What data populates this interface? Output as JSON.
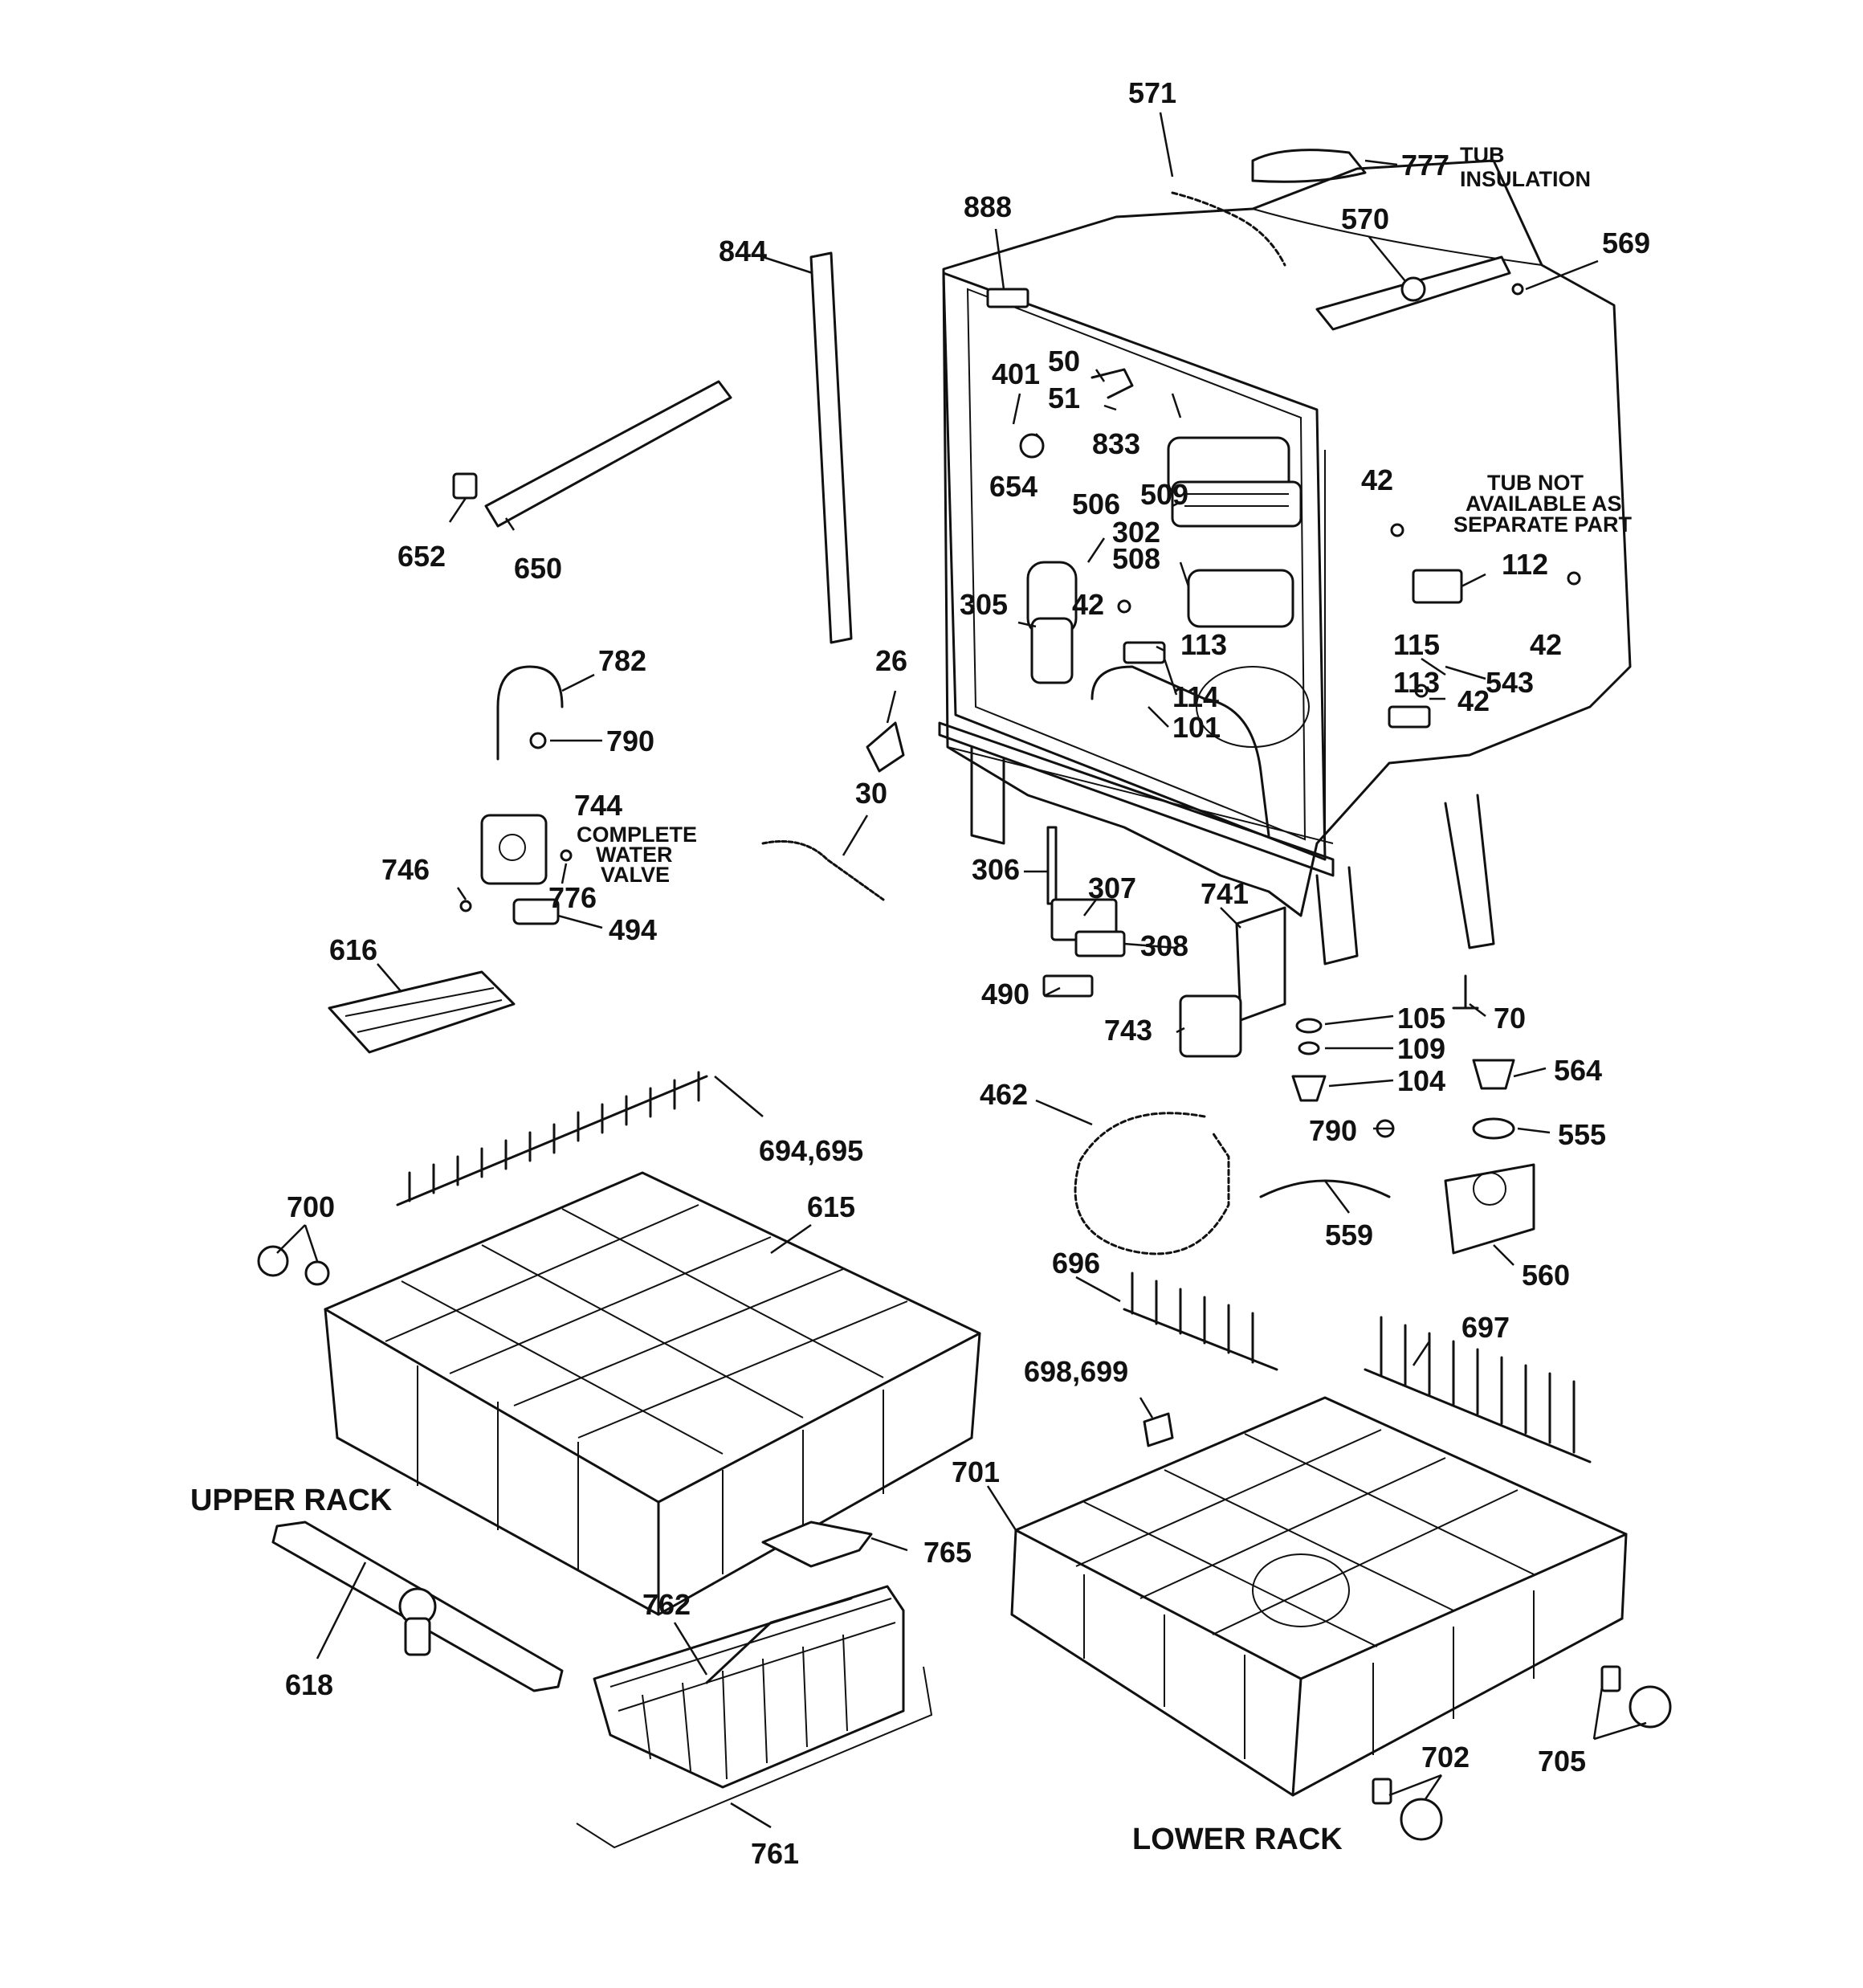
{
  "labels": {
    "n571": "571",
    "n777": "777",
    "n888": "888",
    "n570": "570",
    "n569": "569",
    "n844": "844",
    "n401": "401",
    "n50": "50",
    "n51": "51",
    "n833": "833",
    "n654": "654",
    "n506": "506",
    "n509": "509",
    "n302": "302",
    "n508": "508",
    "n305": "305",
    "n42a": "42",
    "n42b": "42",
    "n42c": "42",
    "n42d": "42",
    "n112": "112",
    "n113a": "113",
    "n113b": "113",
    "n115": "115",
    "n543": "543",
    "n114": "114",
    "n101": "101",
    "n652": "652",
    "n650": "650",
    "n782": "782",
    "n790a": "790",
    "n26": "26",
    "n744": "744",
    "n30": "30",
    "n746": "746",
    "n776": "776",
    "n494": "494",
    "n306": "306",
    "n307": "307",
    "n741": "741",
    "n308": "308",
    "n490": "490",
    "n743": "743",
    "n70": "70",
    "n105": "105",
    "n109": "109",
    "n104": "104",
    "n616": "616",
    "n462": "462",
    "n564": "564",
    "n555": "555",
    "n790b": "790",
    "n694": "694,695",
    "n700": "700",
    "n615": "615",
    "n559": "559",
    "n560": "560",
    "n696": "696",
    "n697": "697",
    "n698": "698,699",
    "n701": "701",
    "n765": "765",
    "n762": "762",
    "n618": "618",
    "n761": "761",
    "n702": "702",
    "n705": "705"
  },
  "notes": {
    "tub_insulation_1": "TUB",
    "tub_insulation_2": "INSULATION",
    "tub_not_1": "TUB NOT",
    "tub_not_2": "AVAILABLE AS",
    "tub_not_3": "SEPARATE PART",
    "water_valve_1": "COMPLETE",
    "water_valve_2": "WATER",
    "water_valve_3": "VALVE",
    "upper_rack": "UPPER RACK",
    "lower_rack": "LOWER RACK"
  }
}
